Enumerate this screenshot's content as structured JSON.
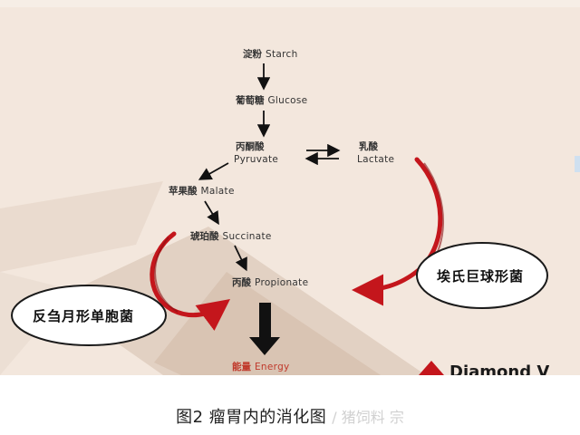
{
  "nodes": {
    "starch": {
      "zh": "淀粉",
      "en": "Starch"
    },
    "glucose": {
      "zh": "葡萄糖",
      "en": "Glucose"
    },
    "pyruvate": {
      "zh": "丙酮酸",
      "en": "Pyruvate"
    },
    "lactate": {
      "zh": "乳酸",
      "en": "Lactate"
    },
    "malate": {
      "zh": "苹果酸",
      "en": "Malate"
    },
    "succinate": {
      "zh": "琥珀酸",
      "en": "Succinate"
    },
    "propionate": {
      "zh": "丙酸",
      "en": "Propionate"
    },
    "energy": {
      "zh": "能量",
      "en": "Energy"
    }
  },
  "bacteria": {
    "left": "反刍月形单胞菌",
    "right": "埃氏巨球形菌"
  },
  "logo": "Diamond V",
  "caption": {
    "title": "图2 瘤胃内的消化图",
    "watermark": "/ 猪饲料 宗"
  },
  "colors": {
    "arrow": "#111111",
    "curve": "#c4161c",
    "slide_bg": "#f3e7dd",
    "logo_red": "#c4161c"
  }
}
